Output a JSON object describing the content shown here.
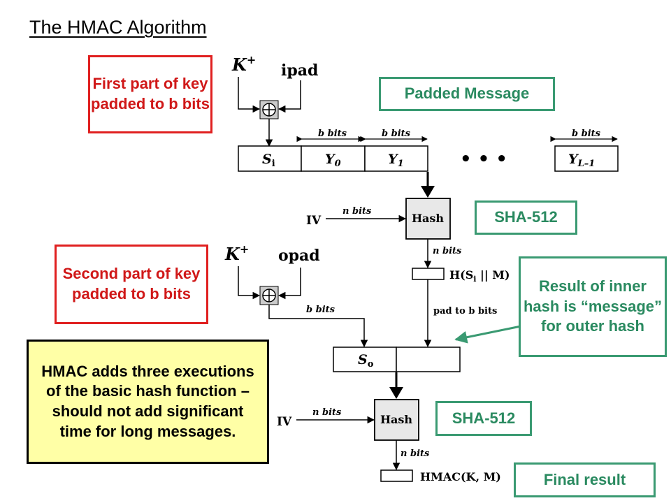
{
  "title": "The HMAC Algorithm",
  "callouts": {
    "first_key": "First part of key padded to b bits",
    "second_key": "Second part of key padded to b bits",
    "padded_message": "Padded Message",
    "sha_inner": "SHA-512",
    "sha_outer": "SHA-512",
    "inner_result": "Result of inner hash is “message” for outer hash",
    "summary": "HMAC adds three executions of the basic hash function – should not add significant time for long messages.",
    "final_result": "Final result"
  },
  "diagram": {
    "k_plus_1": "K",
    "k_sup_1": "+",
    "ipad": "ipad",
    "k_plus_2": "K",
    "k_sup_2": "+",
    "opad": "opad",
    "b_bits": "b bits",
    "n_bits": "n bits",
    "si": "S",
    "si_sub": "i",
    "y0": "Y",
    "y0_sub": "0",
    "y1": "Y",
    "y1_sub": "1",
    "ellipsis": "• • •",
    "yl": "Y",
    "yl_sub": "L–1",
    "iv": "IV",
    "hash": "Hash",
    "inner_hash_label": "H(S",
    "inner_hash_sub": "i",
    "inner_hash_rest": " || M)",
    "pad_to_b_bits": "pad to b bits",
    "so": "S",
    "so_sub": "o",
    "hmac_label": "HMAC(K, M)"
  }
}
